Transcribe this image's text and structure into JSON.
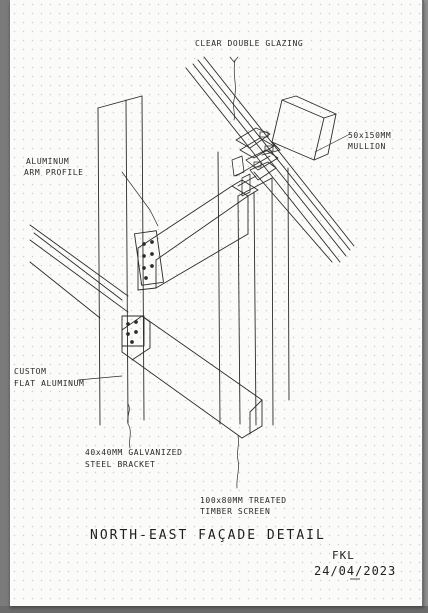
{
  "labels": {
    "glazing": "CLEAR DOUBLE GLAZING",
    "mullion_1": "50x150MM",
    "mullion_2": "MULLION",
    "arm_1": "ALUMINUM",
    "arm_2": "ARM PROFILE",
    "flat_1": "CUSTOM",
    "flat_2": "FLAT ALUMINUM",
    "bracket_1": "40x40MM GALVANIZED",
    "bracket_2": "STEEL BRACKET",
    "screen_1": "100x80MM TREATED",
    "screen_2": "TIMBER SCREEN"
  },
  "title": "NORTH-EAST FAÇADE DETAIL",
  "signature": {
    "initials": "FKL",
    "date": "24/04/2023"
  }
}
